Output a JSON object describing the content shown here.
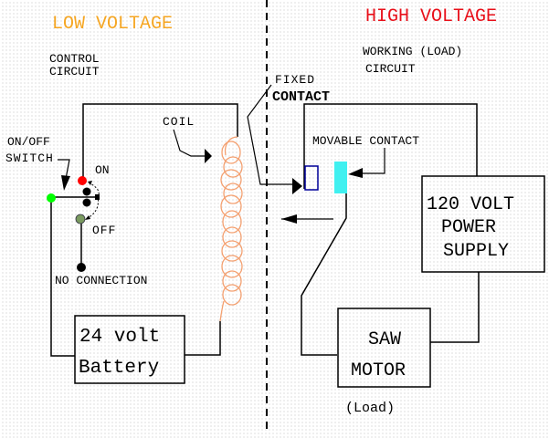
{
  "diagram": {
    "title_low": "LOW VOLTAGE",
    "title_high": "HIGH VOLTAGE",
    "low_voltage_color": "#f5a623",
    "high_voltage_color": "#e8101a",
    "control_circuit": [
      "CONTROL",
      "CIRCUIT"
    ],
    "working_circuit": [
      "WORKING (LOAD)",
      "CIRCUIT"
    ],
    "fixed_contact": [
      "FIXED",
      "CONTACT"
    ],
    "movable_contact": "MOVABLE CONTACT",
    "coil": "COIL",
    "switch_label": [
      "ON/OFF",
      "SWITCH"
    ],
    "on": "ON",
    "off": "OFF",
    "no_connection": "NO CONNECTION",
    "battery": [
      "24 volt",
      "Battery"
    ],
    "power_supply": [
      "120 VOLT",
      "POWER",
      "SUPPLY"
    ],
    "motor": [
      "SAW",
      "MOTOR"
    ],
    "load": "(Load)",
    "colors": {
      "coil": "#f4a070",
      "on_terminal": "#ff0000",
      "common_terminal": "#00ff00",
      "off_terminal": "#7a9a60",
      "movable_contact": "#40f0f0",
      "fixed_contact": "#000099"
    }
  }
}
